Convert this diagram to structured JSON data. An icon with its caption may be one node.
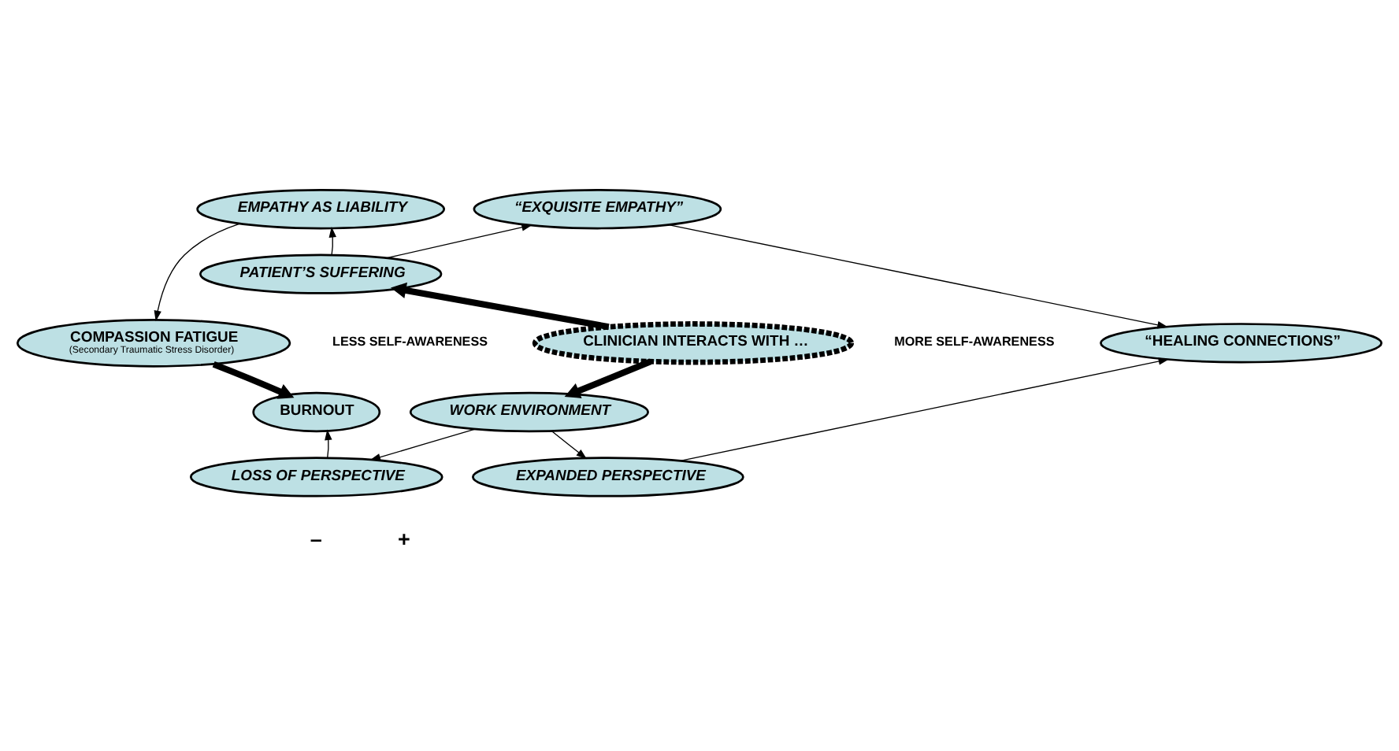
{
  "diagram": {
    "nodes": [
      {
        "text": [
          "EMPATHY AS LIABILITY"
        ]
      },
      {
        "text": [
          "“EXQUISITE EMPATHY”"
        ]
      },
      {
        "text": [
          "PATIENT’S SUFFERING"
        ]
      },
      {
        "text": [
          "COMPASSION FATIGUE",
          "(Secondary Traumatic Stress Disorder)"
        ]
      },
      {
        "text": [
          "CLINICIAN INTERACTS WITH …"
        ]
      },
      {
        "text": [
          "“HEALING CONNECTIONS”"
        ]
      },
      {
        "text": [
          "BURNOUT"
        ]
      },
      {
        "text": [
          "WORK ENVIRONMENT"
        ]
      },
      {
        "text": [
          "LOSS OF PERSPECTIVE"
        ]
      },
      {
        "text": [
          "EXPANDED PERSPECTIVE"
        ]
      }
    ],
    "edges": [
      {
        "from": 2,
        "to": 0,
        "arrow": "to"
      },
      {
        "from": 2,
        "to": 1,
        "arrow": "to"
      },
      {
        "from": 0,
        "to": 3,
        "arrow": "to"
      },
      {
        "from": 3,
        "to": 6,
        "arrow": "to",
        "style": "thick"
      },
      {
        "from": 1,
        "to": 5,
        "arrow": "to"
      },
      {
        "from": 4,
        "to": 2,
        "arrow": "to",
        "style": "thick"
      },
      {
        "from": 4,
        "to": 7,
        "arrow": "to",
        "style": "thick"
      },
      {
        "from": 7,
        "to": 8,
        "arrow": "to"
      },
      {
        "from": 7,
        "to": 9,
        "arrow": "to"
      },
      {
        "from": 8,
        "to": 6,
        "arrow": "to"
      },
      {
        "from": 9,
        "to": 5,
        "arrow": "to"
      }
    ],
    "labels": [
      "LESS SELF-AWARENESS",
      "MORE SELF-AWARENESS",
      "–",
      "+"
    ]
  }
}
